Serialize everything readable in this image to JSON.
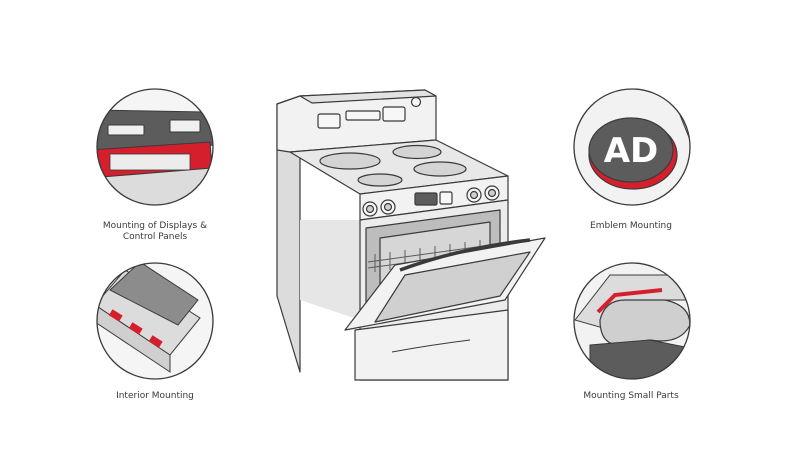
{
  "callouts": [
    {
      "label": "Mounting of Displays &\nControl Panels"
    },
    {
      "label": "Interior Mounting"
    },
    {
      "label": "Emblem Mounting"
    },
    {
      "label": "Mounting Small Parts"
    }
  ],
  "emblem": {
    "text": "AD"
  },
  "colors": {
    "accent": "#d61f2c",
    "outline": "#3a3a3a",
    "fill_light": "#ececec",
    "fill_mid": "#cfcfcf",
    "fill_dark": "#5c5c5c"
  }
}
